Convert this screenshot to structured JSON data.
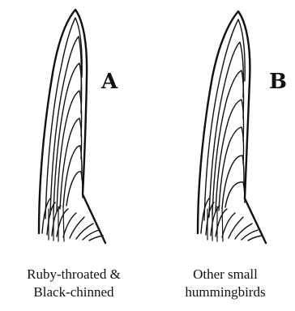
{
  "panels": [
    {
      "letter": "A",
      "caption_line1": "Ruby-throated &",
      "caption_line2": "Black-chinned"
    },
    {
      "letter": "B",
      "caption_line1": "Other small",
      "caption_line2": "hummingbirds"
    }
  ]
}
